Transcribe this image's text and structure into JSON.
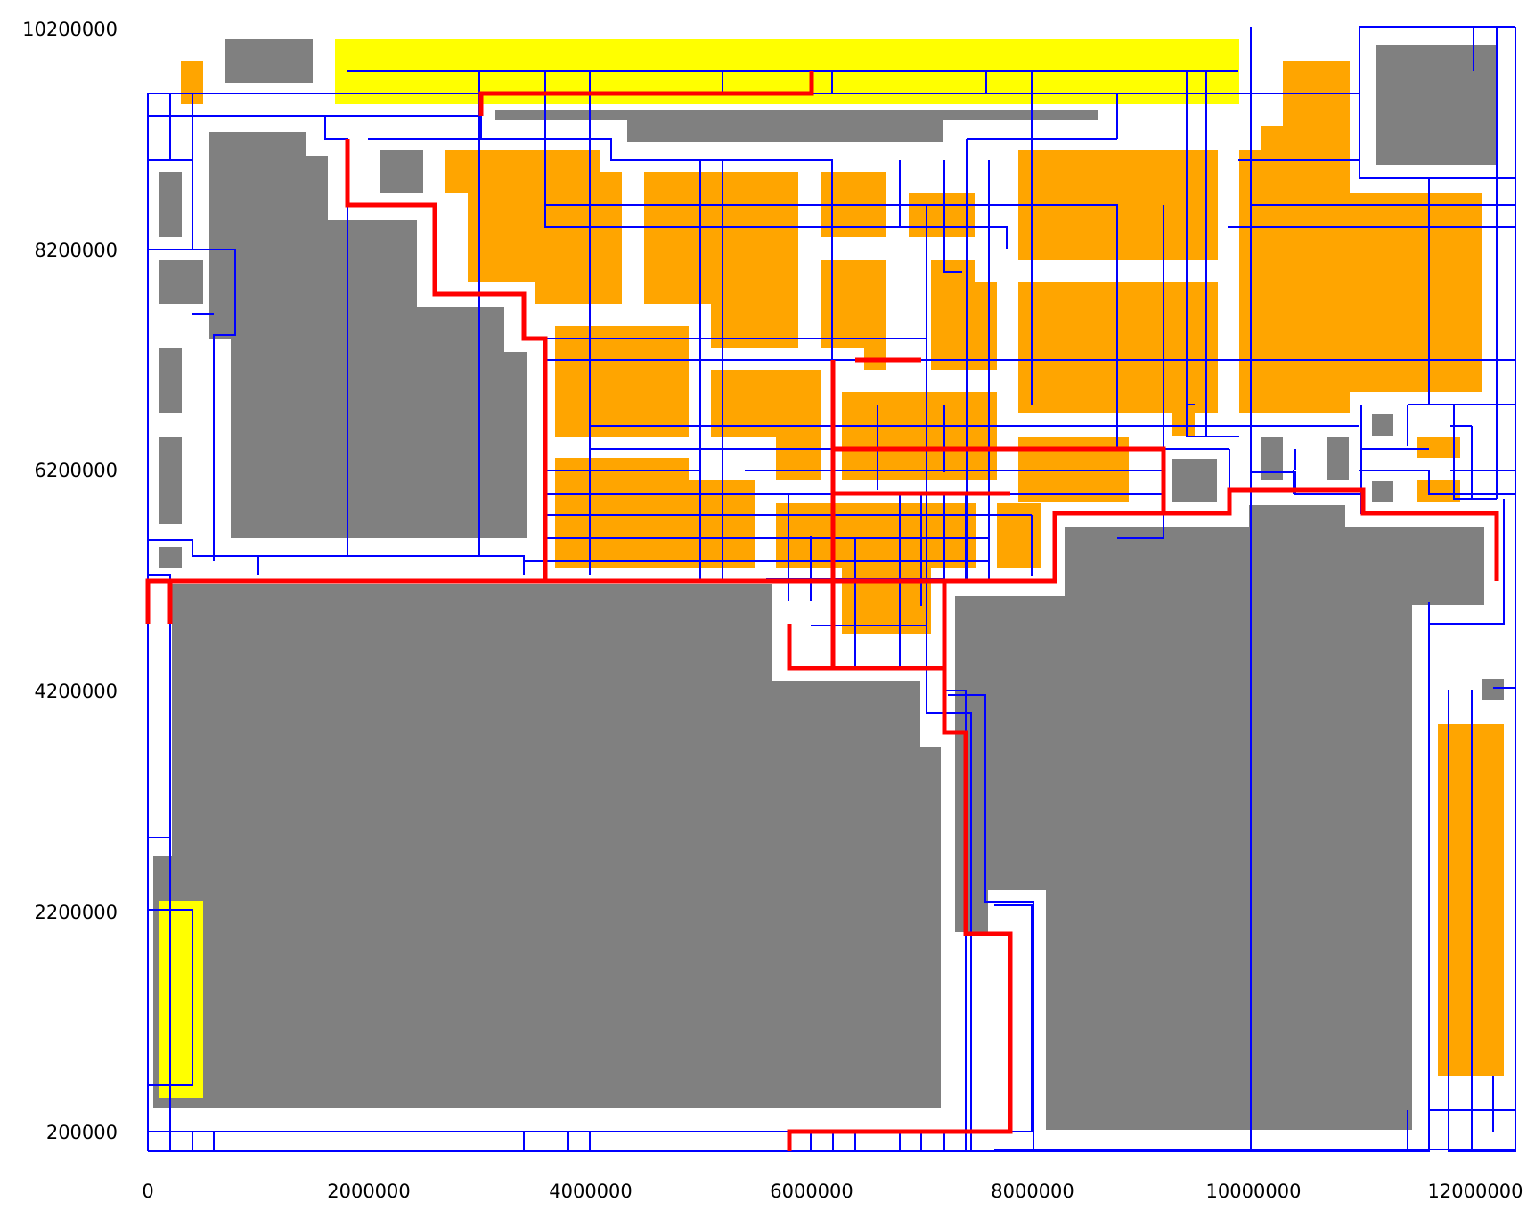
{
  "diagram": {
    "type": "floorplan-routing",
    "x_ticks": [
      "0",
      "2000000",
      "4000000",
      "6000000",
      "8000000",
      "10000000",
      "12000000"
    ],
    "y_ticks": [
      "10200000",
      "8200000",
      "6200000",
      "4200000",
      "2200000",
      "200000"
    ],
    "x_range": [
      0,
      12450000
    ],
    "y_range": [
      0,
      10350000
    ],
    "colors": {
      "macro": "#808080",
      "soft_block": "#FFA500",
      "io_block": "#FFFF00",
      "net_primary": "#0000FF",
      "net_critical": "#FF0000",
      "halo": "#FFFFFF"
    }
  }
}
